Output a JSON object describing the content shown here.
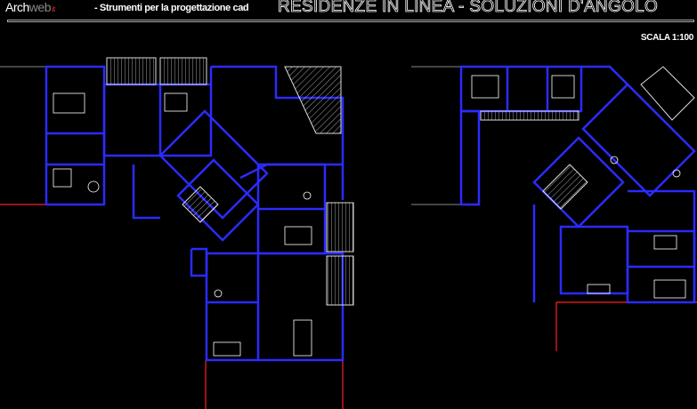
{
  "header": {
    "logo_a": "A",
    "logo_arch": "rch",
    "logo_web": "web",
    "logo_it": ".it",
    "subtitle": "- Strumenti per la progettazione cad",
    "title": "RESIDENZE IN LINEA - SOLUZIONI D'ANGOLO"
  },
  "scale_label": "SCALA 1:100",
  "colors": {
    "walls": "#2b2bff",
    "lines": "#ffffff",
    "site": "#ff2020",
    "background": "#000000"
  }
}
